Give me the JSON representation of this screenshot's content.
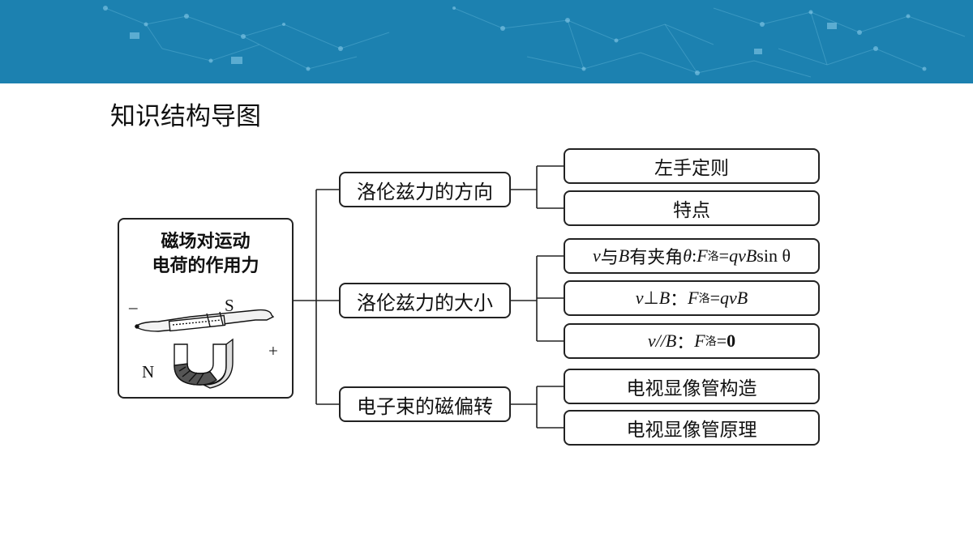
{
  "page": {
    "title": "知识结构导图"
  },
  "root": {
    "title_line1": "磁场对运动",
    "title_line2": "电荷的作用力",
    "labels": {
      "minus": "–",
      "south": "S",
      "north": "N",
      "plus": "+"
    }
  },
  "branches": [
    {
      "label": "洛伦兹力的方向",
      "children": [
        "左手定则",
        "特点"
      ]
    },
    {
      "label": "洛伦兹力的大小",
      "children": [
        {
          "v": "v",
          "text1": "与",
          "B": "B",
          "text2": "有夹角",
          "theta": "θ",
          "colon": ":",
          "F": "F",
          "sub": "洛",
          "eq": "=",
          "q": "q",
          "v2": "v",
          "B2": "B",
          "sin": "sin θ"
        },
        {
          "v": "v",
          "op": "⊥",
          "B": "B",
          "colon": "：",
          "F": "F",
          "sub": "洛",
          "eq": "=",
          "q": "q",
          "v2": "v",
          "B2": "B"
        },
        {
          "v": "v",
          "op": "//",
          "B": "B",
          "colon": "：",
          "F": "F",
          "sub": "洛",
          "eq": "=",
          "zero": "0"
        }
      ]
    },
    {
      "label": "电子束的磁偏转",
      "children": [
        "电视显像管构造",
        "电视显像管原理"
      ]
    }
  ],
  "colors": {
    "banner": "#1c81b0",
    "line": "#222222"
  }
}
